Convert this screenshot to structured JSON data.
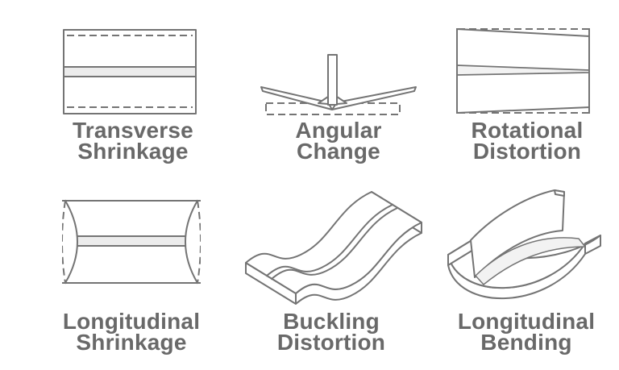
{
  "figure_type": "weld-distortion-types-diagram",
  "panels": [
    {
      "id": "transverse-shrinkage",
      "label_line1": "Transverse",
      "label_line2": "Shrinkage"
    },
    {
      "id": "angular-change",
      "label_line1": "Angular",
      "label_line2": "Change"
    },
    {
      "id": "rotational-distortion",
      "label_line1": "Rotational",
      "label_line2": "Distortion"
    },
    {
      "id": "longitudinal-shrinkage",
      "label_line1": "Longitudinal",
      "label_line2": "Shrinkage"
    },
    {
      "id": "buckling-distortion",
      "label_line1": "Buckling",
      "label_line2": "Distortion"
    },
    {
      "id": "longitudinal-bending",
      "label_line1": "Longitudinal",
      "label_line2": "Bending"
    }
  ],
  "colors": {
    "outline": "#747474",
    "label": "#696969",
    "weld_fill": "#ececec",
    "weld_fill_light": "#f2f2f2",
    "background": "#ffffff"
  }
}
